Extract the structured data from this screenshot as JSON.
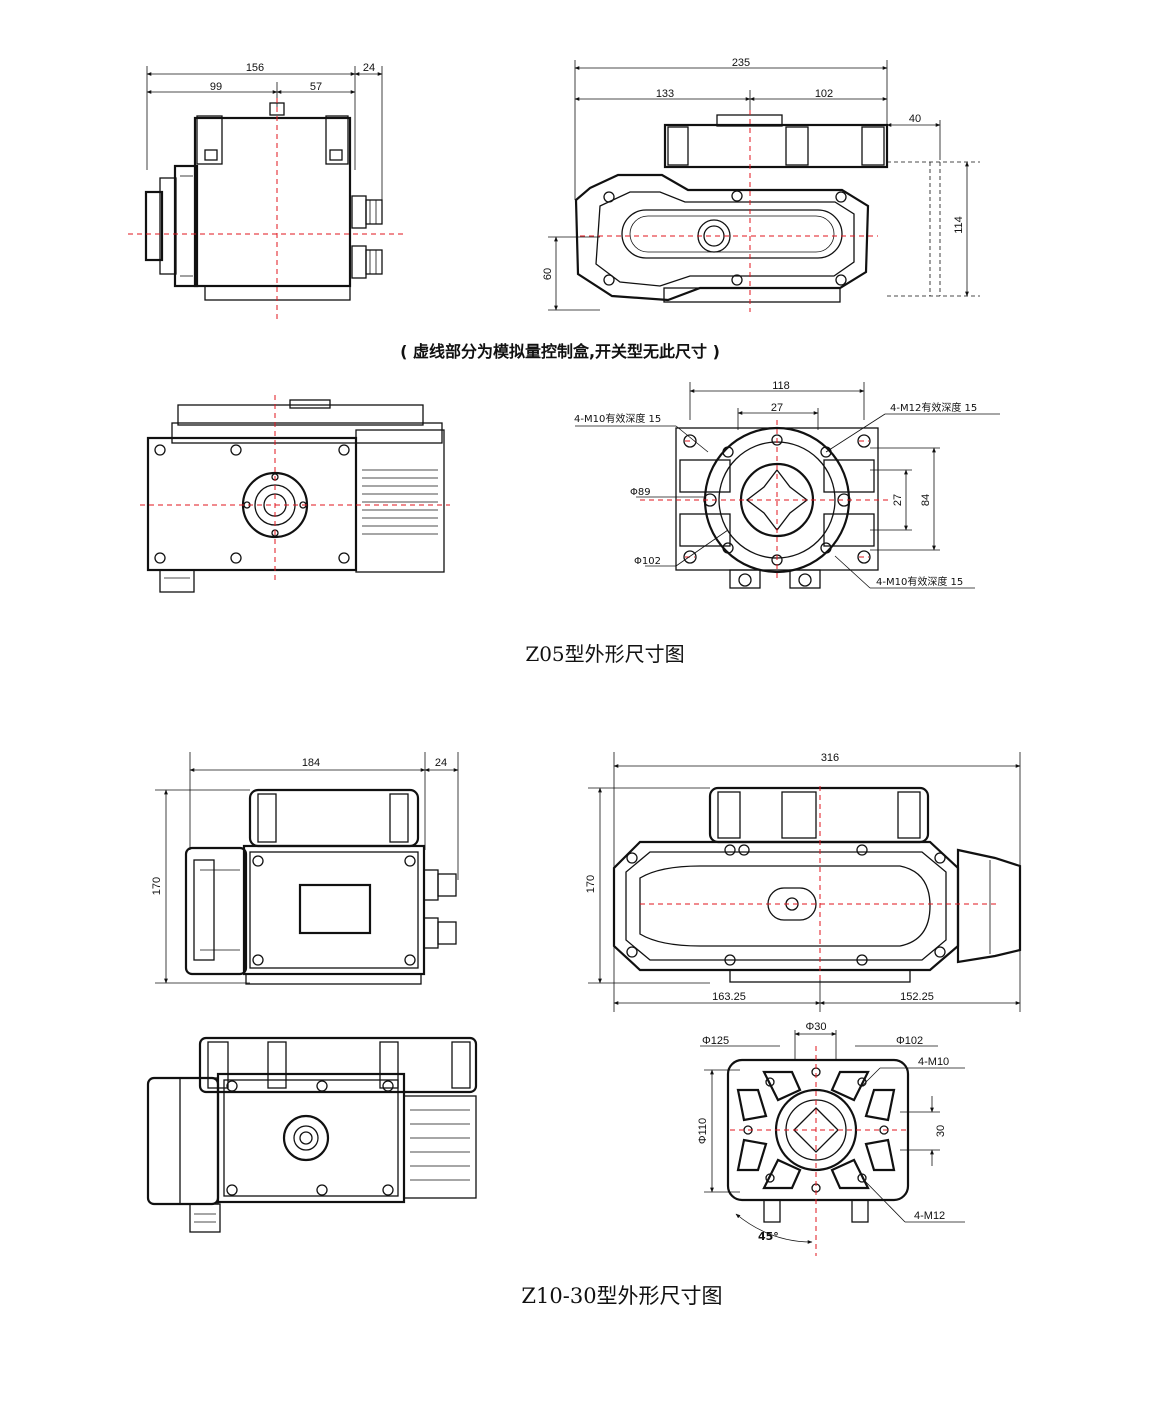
{
  "z05": {
    "side_view": {
      "dim_total": "156",
      "dim_left": "99",
      "dim_right": "57",
      "dim_extra": "24"
    },
    "front_view": {
      "dim_total": "235",
      "dim_left": "133",
      "dim_right": "102",
      "dim_extra": "40",
      "dim_height": "114",
      "dim_lower": "60"
    },
    "note": "( 虚线部分为模拟量控制盒,开关型无此尺寸 )",
    "flange": {
      "dim_top": "118",
      "dim_inner": "27",
      "dim_square": "27",
      "dim_height": "84",
      "phi_inner": "Φ89",
      "phi_outer": "Φ102",
      "note_tl": "4-M10有效深度 15",
      "note_tr": "4-M12有效深度 15",
      "note_br": "4-M10有效深度 15"
    },
    "caption": "Z05型外形尺寸图"
  },
  "z1030": {
    "side_view": {
      "dim_width": "184",
      "dim_extra": "24",
      "dim_height": "170"
    },
    "front_view": {
      "dim_total": "316",
      "dim_height": "170",
      "dim_left": "163.25",
      "dim_right": "152.25"
    },
    "flange": {
      "phi_top": "Φ30",
      "phi_left": "Φ125",
      "phi_right": "Φ102",
      "m10": "4-M10",
      "phi_side": "Φ110",
      "dim_square": "30",
      "m12": "4-M12",
      "angle": "45°"
    },
    "caption": "Z10-30型外形尺寸图"
  }
}
